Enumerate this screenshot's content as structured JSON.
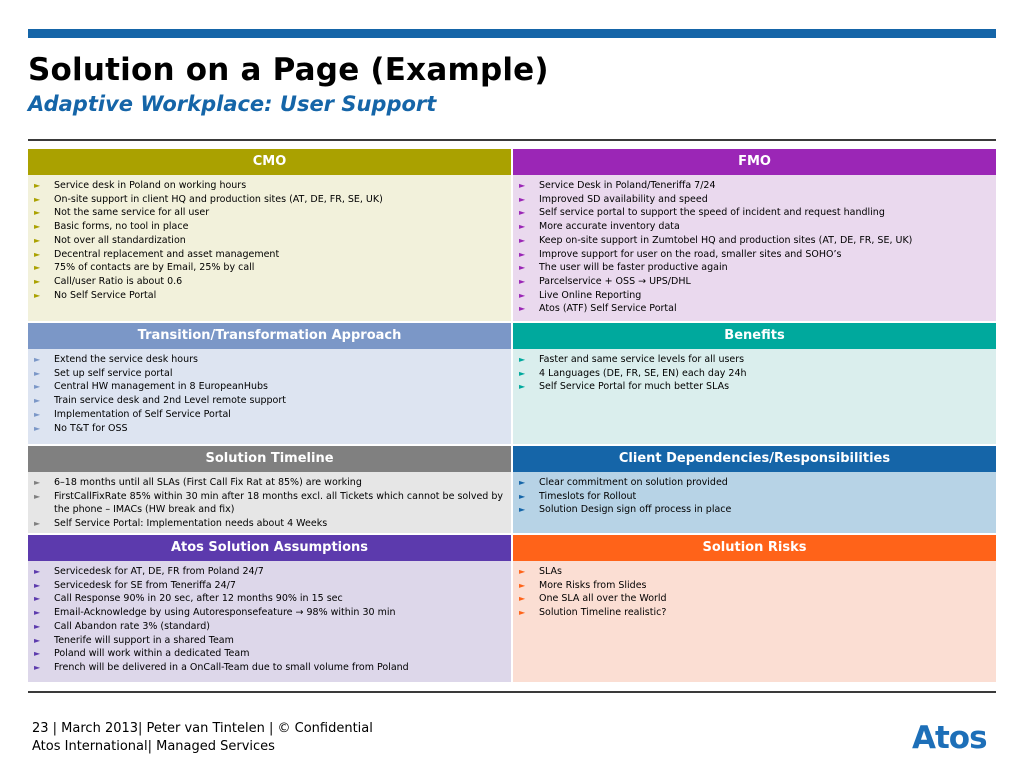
{
  "title": "Solution on a Page (Example)",
  "subtitle": "Adaptive Workplace: User Support",
  "colors": {
    "brand_blue": "#1565a8",
    "cmo_header": "#aaa100",
    "cmo_bg": "#f2f1db",
    "fmo_header": "#9b26b6",
    "fmo_bg": "#ead9ee",
    "transition_header": "#7b97c7",
    "transition_bg": "#dde4f1",
    "benefits_header": "#00a99d",
    "benefits_bg": "#daeeed",
    "timeline_header": "#808080",
    "timeline_bg": "#e6e6e6",
    "dependencies_header": "#1565a8",
    "dependencies_bg": "#b7d3e6",
    "assumptions_header": "#5c3aad",
    "assumptions_bg": "#ddd7ea",
    "risks_header": "#ff6319",
    "risks_bg": "#fbded3"
  },
  "cmo": {
    "header": "CMO",
    "items": [
      "Service desk in Poland  on working  hours",
      "On-site support in client HQ  and production sites (AT, DE, FR, SE, UK)",
      "Not the same service for all user",
      "Basic  forms, no tool in place",
      "Not over all standardization",
      "Decentral replacement and asset management",
      "75% of contacts are by Email, 25% by call",
      "Call/user Ratio is about 0.6",
      "No Self Service Portal"
    ]
  },
  "fmo": {
    "header": "FMO",
    "items": [
      "Service Desk in Poland/Teneriffa 7/24",
      "Improved SD availability and speed",
      "Self service portal to support the speed of incident and request handling",
      "More accurate inventory data",
      "Keep on-site support in Zumtobel HQ and production sites (AT, DE, FR, SE, UK)",
      "Improve support  for user on the road, smaller sites and SOHO’s",
      "The user will be faster productive again",
      "Parcelservice + OSS → UPS/DHL",
      "Live Online Reporting",
      "Atos (ATF) Self Service Portal"
    ]
  },
  "transition": {
    "header": "Transition/Transformation Approach",
    "items": [
      "Extend the service desk hours",
      "Set up self service portal",
      "Central  HW  management in 8  EuropeanHubs",
      "Train service desk and 2nd  Level  remote support",
      "Implementation of Self Service Portal",
      "No T&T for OSS"
    ]
  },
  "benefits": {
    "header": "Benefits",
    "items": [
      "Faster and same service levels for all users",
      "4 Languages (DE, FR, SE, EN) each day 24h",
      "Self Service Portal for much better SLAs"
    ]
  },
  "timeline": {
    "header": "Solution Timeline",
    "items": [
      "6–18 months until all SLAs (First Call Fix Rat at 85%) are working",
      "FirstCallFixRate 85% within 30 min after 18 months excl. all Tickets which cannot be solved by the phone – IMACs (HW break and fix)",
      "Self Service Portal: Implementation needs about 4 Weeks"
    ]
  },
  "dependencies": {
    "header": "Client Dependencies/Responsibilities",
    "items": [
      "Clear commitment on solution provided",
      "Timeslots for Rollout",
      "Solution Design sign off process in place"
    ]
  },
  "assumptions": {
    "header": "Atos Solution Assumptions",
    "items": [
      "Servicedesk for AT, DE, FR from Poland 24/7",
      "Servicedesk for SE from Teneriffa 24/7",
      "Call Response 90% in 20 sec, after 12 months 90% in 15 sec",
      "Email-Acknowledge by using Autoresponsefeature → 98% within 30 min",
      "Call Abandon rate 3% (standard)",
      "Tenerife will support in a shared Team",
      "Poland will work within a dedicated Team",
      "French will be delivered in a OnCall-Team due to small volume from Poland"
    ]
  },
  "risks": {
    "header": "Solution Risks",
    "items": [
      "SLAs",
      "More Risks from Slides",
      "One SLA all over the World",
      "Solution Timeline realistic?"
    ]
  },
  "footer": {
    "line1": "23   | March 2013| Peter van Tintelen | © Confidential",
    "line2": "Atos International| Managed Services"
  },
  "logo_text": "Atos",
  "bullet_glyph": "►"
}
